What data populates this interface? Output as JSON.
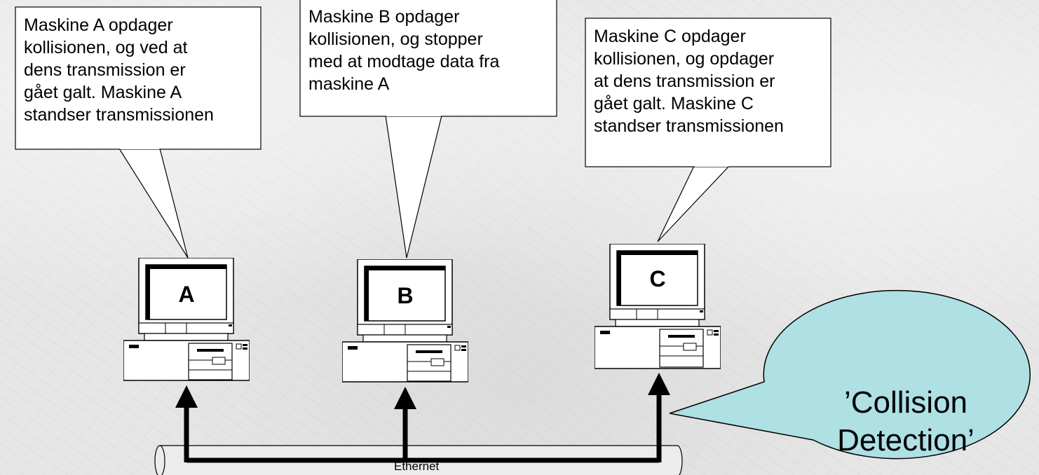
{
  "callouts": {
    "a": "Maskine A opdager\nkollisionen, og ved at\ndens transmission er\ngået galt. Maskine A\nstandser transmissionen",
    "b": "Maskine B opdager\nkollisionen, og stopper\nmed at modtage data fra\nmaskine A",
    "c": "Maskine C opdager\nkollisionen, og opdager\nat dens transmission er\ngået galt. Maskine C\nstandser transmissionen"
  },
  "machines": {
    "a_label": "A",
    "b_label": "B",
    "c_label": "C"
  },
  "cable": {
    "label": "Ethernet"
  },
  "bubble": {
    "text": "’Collision\nDetection’"
  },
  "colors": {
    "bubble_fill": "#aee0e4",
    "line": "#000000",
    "box_fill": "#ffffff"
  }
}
